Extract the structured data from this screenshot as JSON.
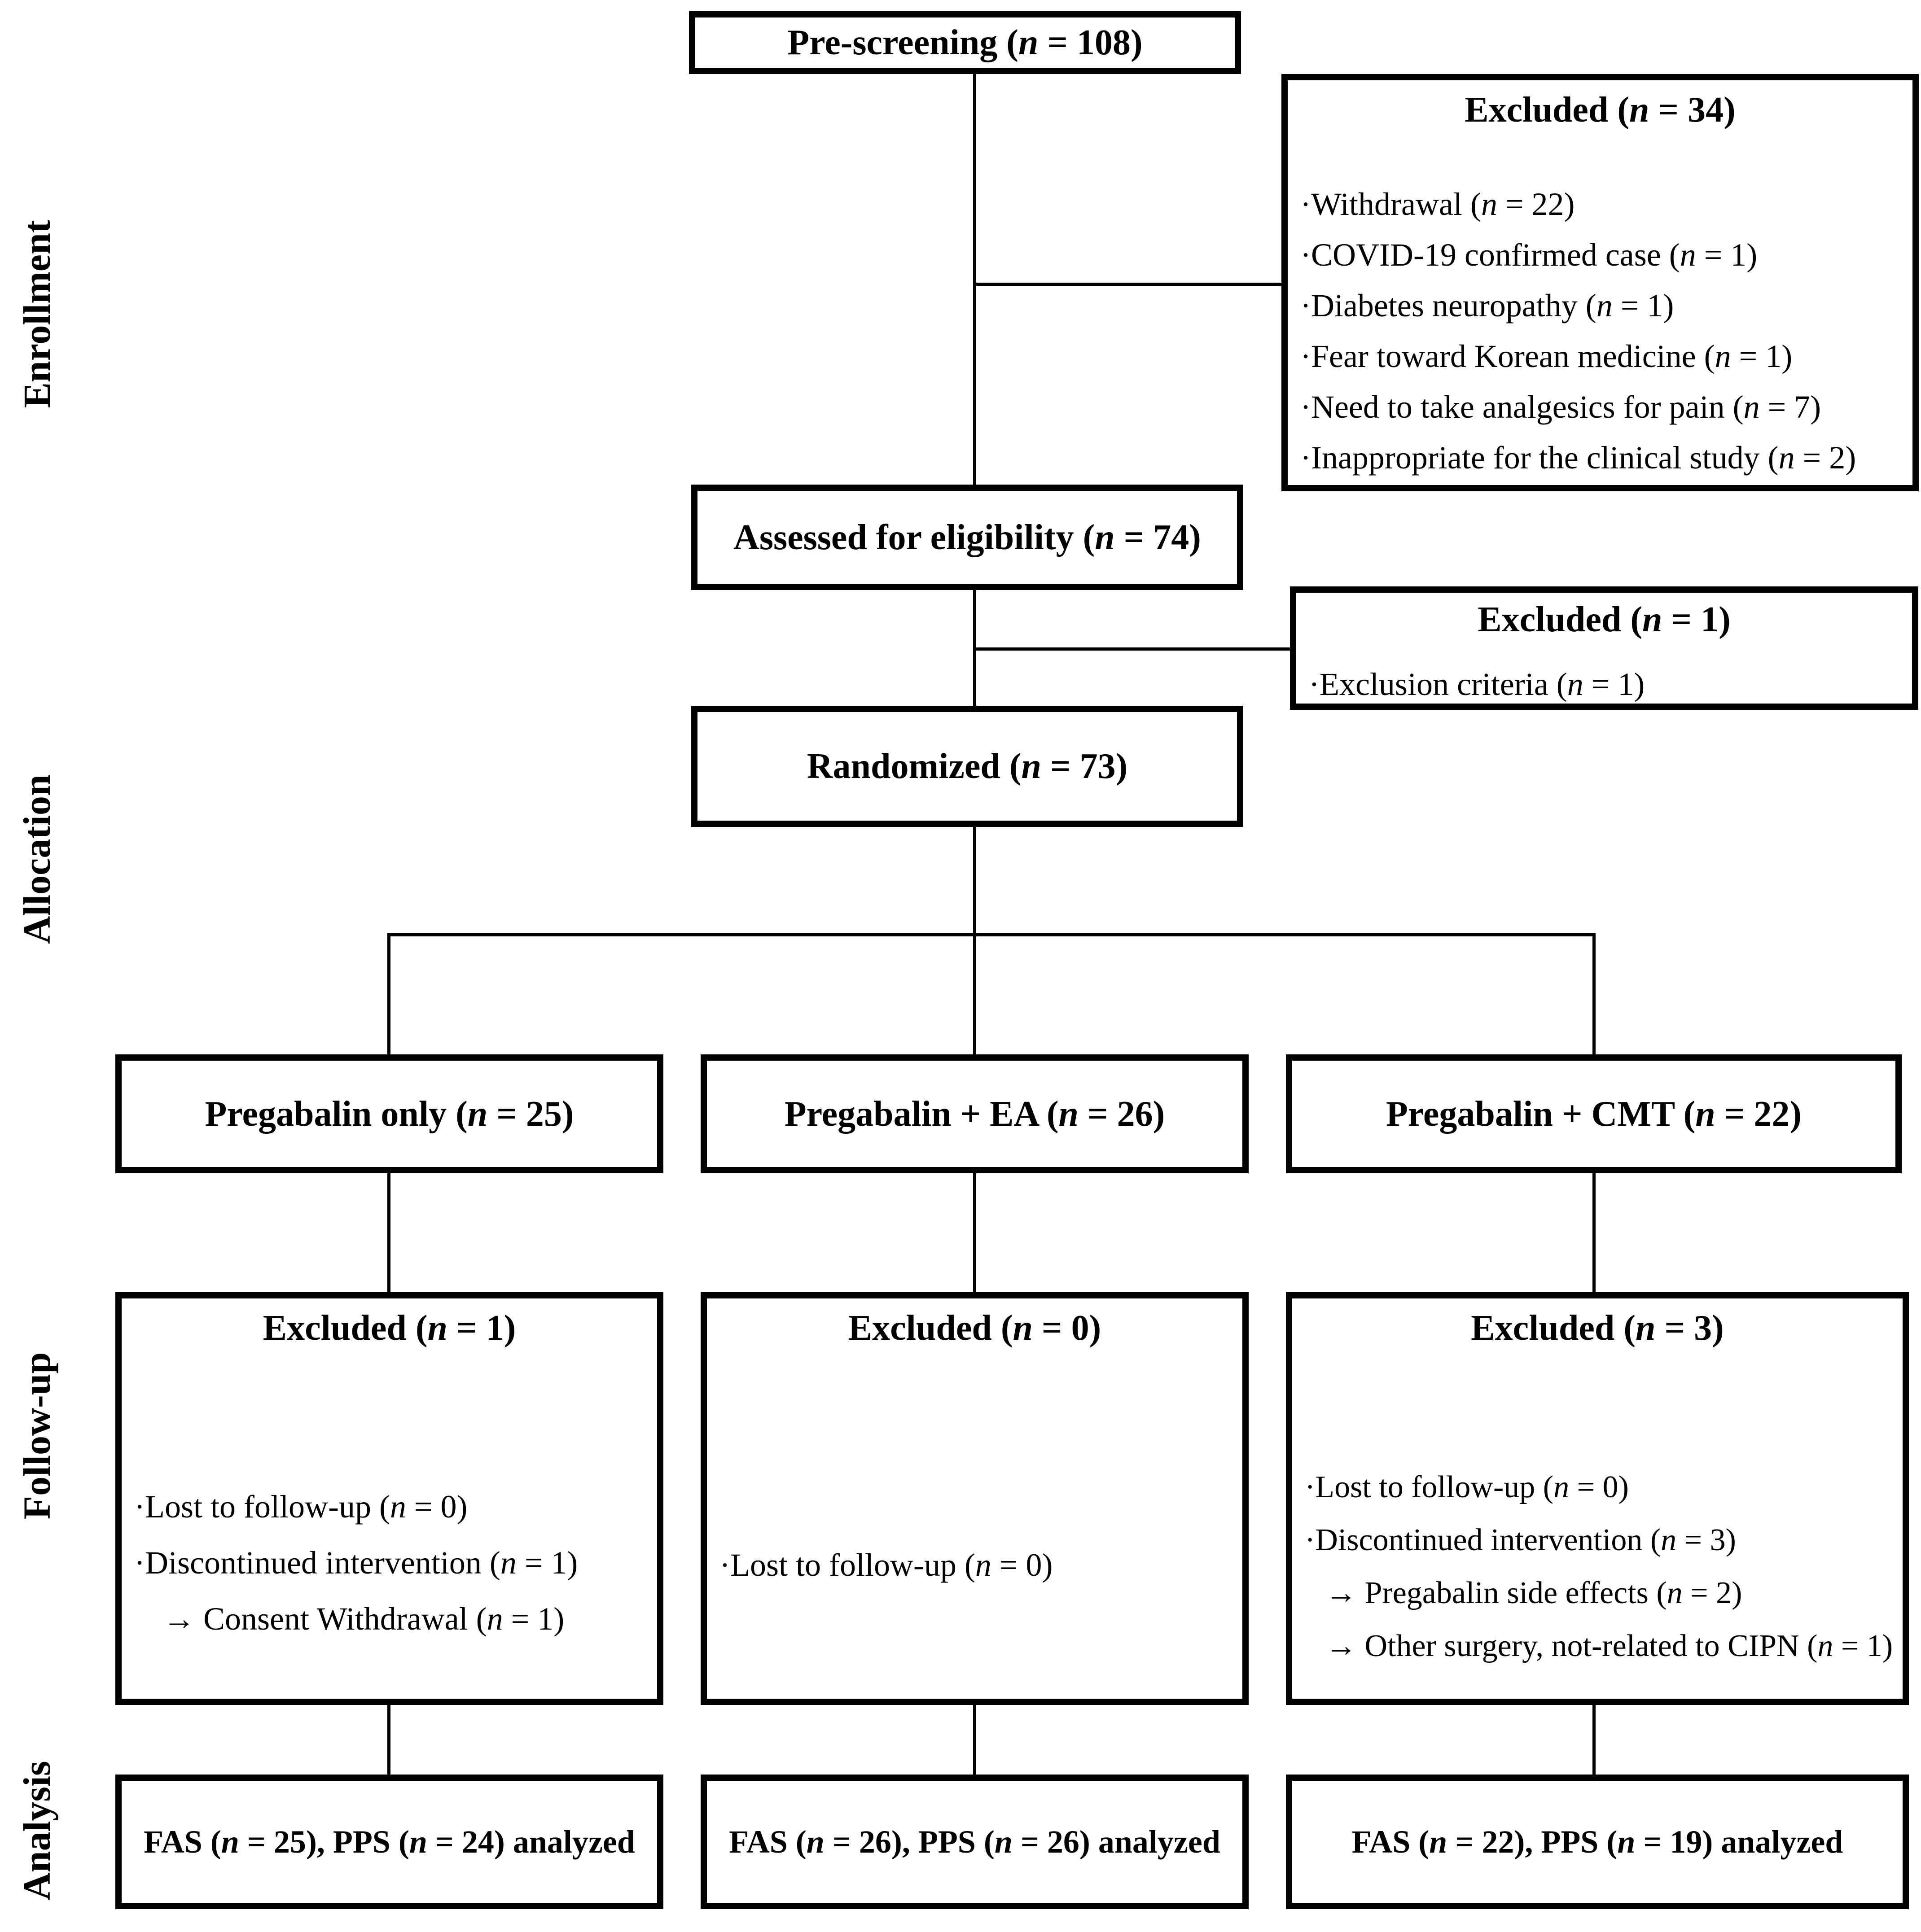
{
  "diagram": {
    "type": "consort-flow-diagram",
    "colors": {
      "line": "#000000",
      "background": "#ffffff",
      "text": "#000000"
    },
    "side_labels": {
      "enrollment": "Enrollment",
      "allocation": "Allocation",
      "followup": "Follow-up",
      "analysis": "Analysis"
    },
    "boxes": {
      "prescreening": {
        "title": "Pre-screening (n = 108)"
      },
      "excluded_enrollment": {
        "title": "Excluded (n = 34)",
        "items": [
          "·Withdrawal (n = 22)",
          "·COVID-19 confirmed case (n = 1)",
          "·Diabetes neuropathy (n = 1)",
          "·Fear toward Korean medicine (n = 1)",
          "·Need to take analgesics for pain (n = 7)",
          "·Inappropriate for the clinical study (n = 2)"
        ]
      },
      "assessed": {
        "title": "Assessed for eligibility (n = 74)"
      },
      "excluded_eligibility": {
        "title": "Excluded (n = 1)",
        "items": [
          "·Exclusion criteria (n = 1)"
        ]
      },
      "randomized": {
        "title": "Randomized (n = 73)"
      },
      "arm1": {
        "title": "Pregabalin only (n = 25)"
      },
      "arm2": {
        "title": "Pregabalin + EA (n = 26)"
      },
      "arm3": {
        "title": "Pregabalin + CMT (n = 22)"
      },
      "followup1": {
        "title": "Excluded (n = 1)",
        "items": [
          "·Lost to follow-up (n = 0)",
          "·Discontinued intervention (n = 1)",
          "→ Consent Withdrawal (n = 1)"
        ]
      },
      "followup2": {
        "title": "Excluded (n = 0)",
        "items": [
          "·Lost to follow-up (n = 0)"
        ]
      },
      "followup3": {
        "title": "Excluded (n = 3)",
        "items": [
          "·Lost to follow-up (n = 0)",
          "·Discontinued intervention (n = 3)",
          "→ Pregabalin side effects (n = 2)",
          "→ Other surgery, not-related to CIPN (n = 1)"
        ]
      },
      "analysis1": {
        "title": "FAS (n = 25), PPS (n = 24) analyzed"
      },
      "analysis2": {
        "title": "FAS (n = 26), PPS (n = 26) analyzed"
      },
      "analysis3": {
        "title": "FAS (n = 22), PPS (n = 19) analyzed"
      }
    }
  }
}
